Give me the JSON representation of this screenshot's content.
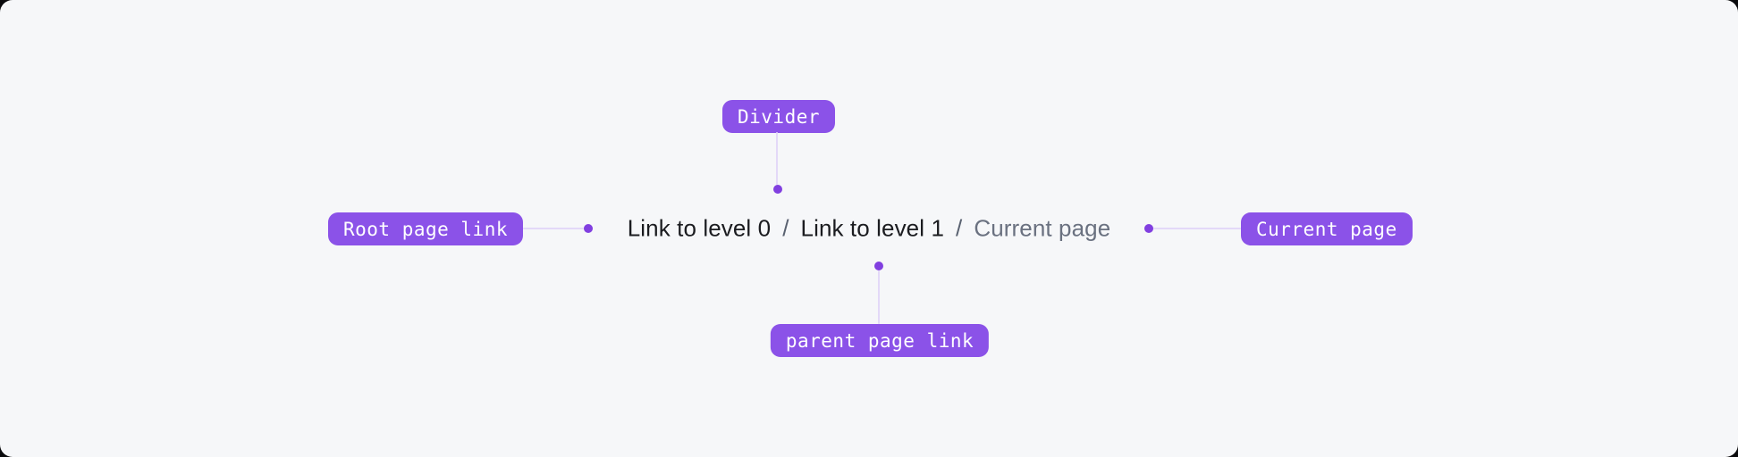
{
  "colors": {
    "panel_background": "#f6f7f9",
    "outer_background": "#0a0a0c",
    "badge_purple": "#8b52e8",
    "connector_line": "#e3d9f8",
    "connector_dot": "#813fe0",
    "link_text": "#1b1c20",
    "divider_text": "#596170",
    "current_text": "#6a7180"
  },
  "breadcrumb": {
    "divider": "/",
    "items": [
      {
        "label": "Link to level 0",
        "type": "link"
      },
      {
        "label": "Link to level 1",
        "type": "link"
      },
      {
        "label": "Current page",
        "type": "current"
      }
    ]
  },
  "callouts": [
    {
      "id": "divider",
      "label": "Divider",
      "position": "top",
      "points_to": "breadcrumb divider"
    },
    {
      "id": "root-page-link",
      "label": "Root page link",
      "position": "left",
      "points_to": "Link to level 0"
    },
    {
      "id": "current-page",
      "label": "Current page",
      "position": "right",
      "points_to": "Current page"
    },
    {
      "id": "parent-page-link",
      "label": "parent page link",
      "position": "bottom",
      "points_to": "Link to level 1"
    }
  ]
}
